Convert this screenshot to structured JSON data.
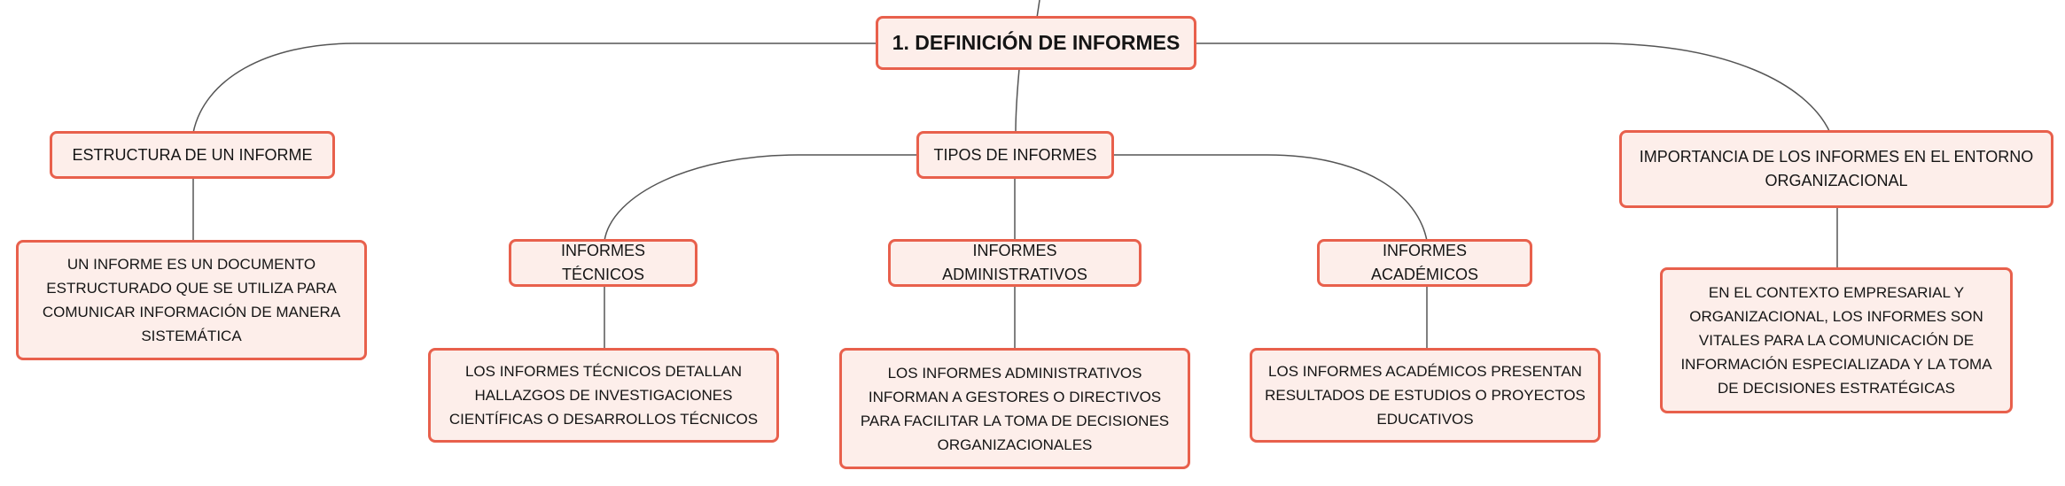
{
  "colors": {
    "node_fill": "#fdeeea",
    "node_border": "#e8604c",
    "connector": "#555555",
    "text": "#151515"
  },
  "root": {
    "label": "1. DEFINICIÓN DE INFORMES"
  },
  "branches": {
    "estructura": {
      "label": "ESTRUCTURA DE UN INFORME",
      "detail": "UN INFORME ES UN DOCUMENTO ESTRUCTURADO QUE SE UTILIZA PARA COMUNICAR INFORMACIÓN DE MANERA SISTEMÁTICA"
    },
    "tipos": {
      "label": "TIPOS DE INFORMES",
      "children": {
        "tecnicos": {
          "label": "INFORMES TÉCNICOS",
          "detail": "LOS INFORMES TÉCNICOS DETALLAN HALLAZGOS DE INVESTIGACIONES CIENTÍFICAS O DESARROLLOS TÉCNICOS"
        },
        "administrativos": {
          "label": "INFORMES ADMINISTRATIVOS",
          "detail": "LOS INFORMES ADMINISTRATIVOS INFORMAN A GESTORES O DIRECTIVOS PARA FACILITAR LA TOMA DE DECISIONES ORGANIZACIONALES"
        },
        "academicos": {
          "label": "INFORMES ACADÉMICOS",
          "detail": "LOS INFORMES ACADÉMICOS PRESENTAN RESULTADOS DE ESTUDIOS O PROYECTOS EDUCATIVOS"
        }
      }
    },
    "importancia": {
      "label": "IMPORTANCIA DE LOS INFORMES EN EL ENTORNO ORGANIZACIONAL",
      "detail": "EN EL CONTEXTO EMPRESARIAL Y ORGANIZACIONAL, LOS INFORMES SON VITALES PARA LA COMUNICACIÓN DE INFORMACIÓN ESPECIALIZADA Y LA TOMA DE DECISIONES ESTRATÉGICAS"
    }
  }
}
